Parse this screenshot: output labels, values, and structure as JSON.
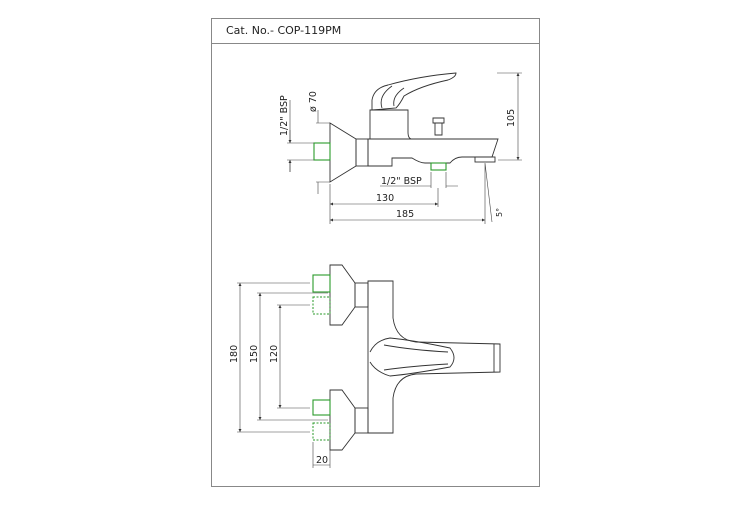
{
  "header": {
    "catalog_number": "Cat. No.- COP-119PM"
  },
  "side_view": {
    "inlet_thread": "1/2\" BSP",
    "flange_diameter": "ø 70",
    "outlet_thread": "1/2\" BSP",
    "height": "105",
    "outlet_distance": "130",
    "overall_length": "185",
    "spout_angle": "5°"
  },
  "top_view": {
    "max_centers": "180",
    "nominal_centers": "150",
    "min_centers": "120",
    "eccentric_offset": "20"
  },
  "colors": {
    "connection": "#2a9a2a",
    "line": "#333333"
  }
}
